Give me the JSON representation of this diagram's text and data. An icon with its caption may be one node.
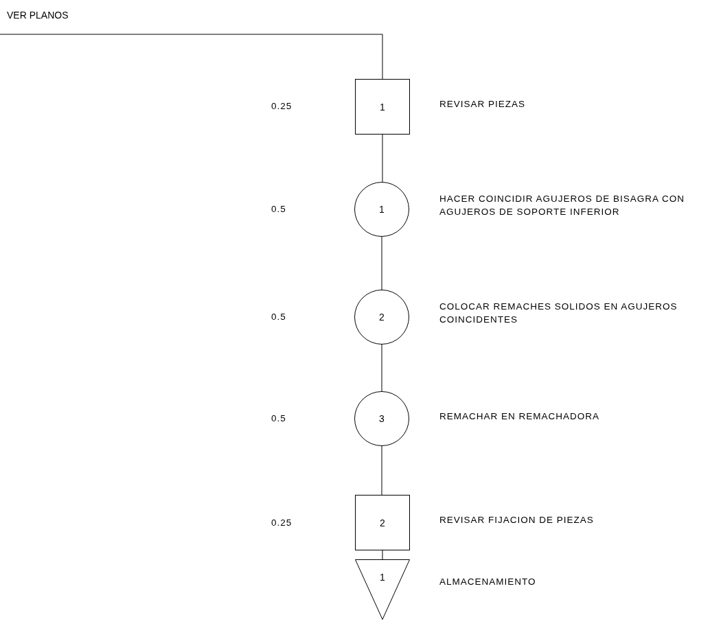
{
  "diagram": {
    "nodes": [
      {
        "text": [
          "VER PLANOS"
        ]
      },
      {
        "text": [
          "1"
        ],
        "beside": [
          "REVISAR PIEZAS"
        ]
      },
      {
        "text": [
          "1"
        ],
        "beside": [
          "HACER COINCIDIR AGUJEROS DE BISAGRA CON AGUJEROS DE SOPORTE INFERIOR"
        ]
      },
      {
        "text": [
          "2"
        ],
        "beside": [
          "COLOCAR REMACHES SOLIDOS EN AGUJEROS COINCIDENTES"
        ]
      },
      {
        "text": [
          "3"
        ],
        "beside": [
          "REMACHAR EN REMACHADORA"
        ]
      },
      {
        "text": [
          "2"
        ],
        "beside": [
          "REVISAR FIJACION DE PIEZAS"
        ]
      },
      {
        "text": [
          "1"
        ],
        "beside": [
          "ALMACENAMIENTO"
        ]
      }
    ],
    "edges": [
      {
        "from": 0,
        "to": 1,
        "arrow": "none"
      },
      {
        "from": 1,
        "to": 2,
        "arrow": "none"
      },
      {
        "from": 2,
        "to": 3,
        "arrow": "none"
      },
      {
        "from": 3,
        "to": 4,
        "arrow": "none"
      },
      {
        "from": 4,
        "to": 5,
        "arrow": "none"
      },
      {
        "from": 5,
        "to": 6,
        "arrow": "none"
      }
    ],
    "labels": [
      "0.25",
      "0.5",
      "0.5",
      "0.5",
      "0.25"
    ]
  }
}
